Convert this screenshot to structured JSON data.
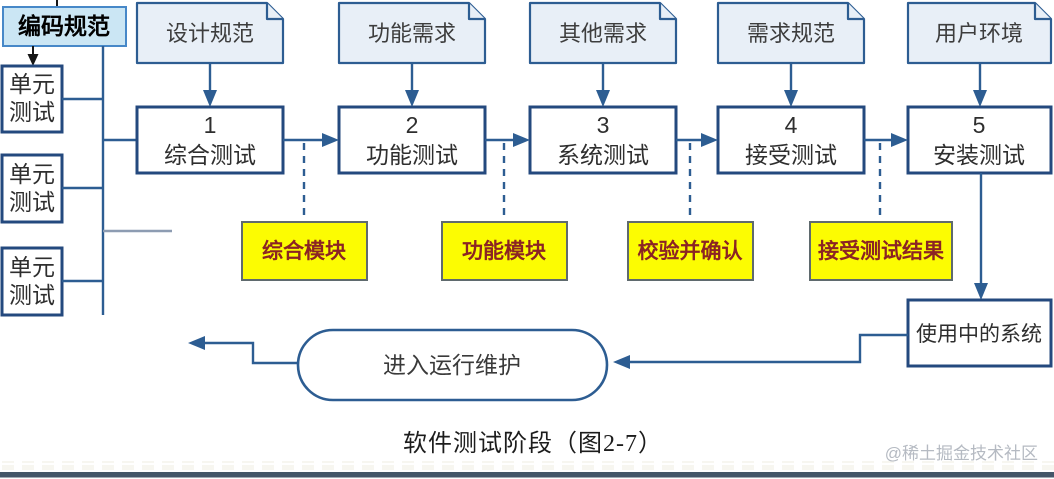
{
  "diagram": {
    "coding_standard": "编码规范",
    "unit_test": {
      "line1": "单元",
      "line2": "测试"
    },
    "documents": [
      "设计规范",
      "功能需求",
      "其他需求",
      "需求规范",
      "用户环境"
    ],
    "stages": [
      {
        "number": "1",
        "label": "综合测试"
      },
      {
        "number": "2",
        "label": "功能测试"
      },
      {
        "number": "3",
        "label": "系统测试"
      },
      {
        "number": "4",
        "label": "接受测试"
      },
      {
        "number": "5",
        "label": "安装测试"
      }
    ],
    "artifacts": [
      "综合模块",
      "功能模块",
      "校验并确认",
      "接受测试结果"
    ],
    "system_in_use": "使用中的系统",
    "maintenance": "进入运行维护",
    "caption": "软件测试阶段（图2-7）",
    "watermark": "@稀土掘金技术社区"
  },
  "colors": {
    "line": "#2d5d92",
    "box_border": "#24497e",
    "doc_fill": "#e8eff7",
    "code_fill": "#cbe6f4",
    "code_border": "#4788c8",
    "yellow_fill": "#fcfc02",
    "yellow_border": "#5f6a6e",
    "yellow_text": "#8b2424",
    "text_dark": "#333333",
    "stub_gray": "#8d9cb2",
    "watermark": "#b5bac2",
    "bottom_bar": "#445669",
    "black": "#161616"
  }
}
